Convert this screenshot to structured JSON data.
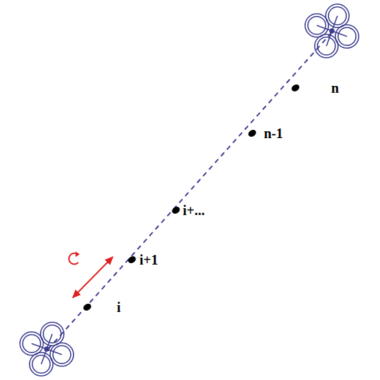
{
  "diagram": {
    "labels": [
      "n",
      "n-1",
      "i+...",
      "i+1",
      "i"
    ]
  }
}
